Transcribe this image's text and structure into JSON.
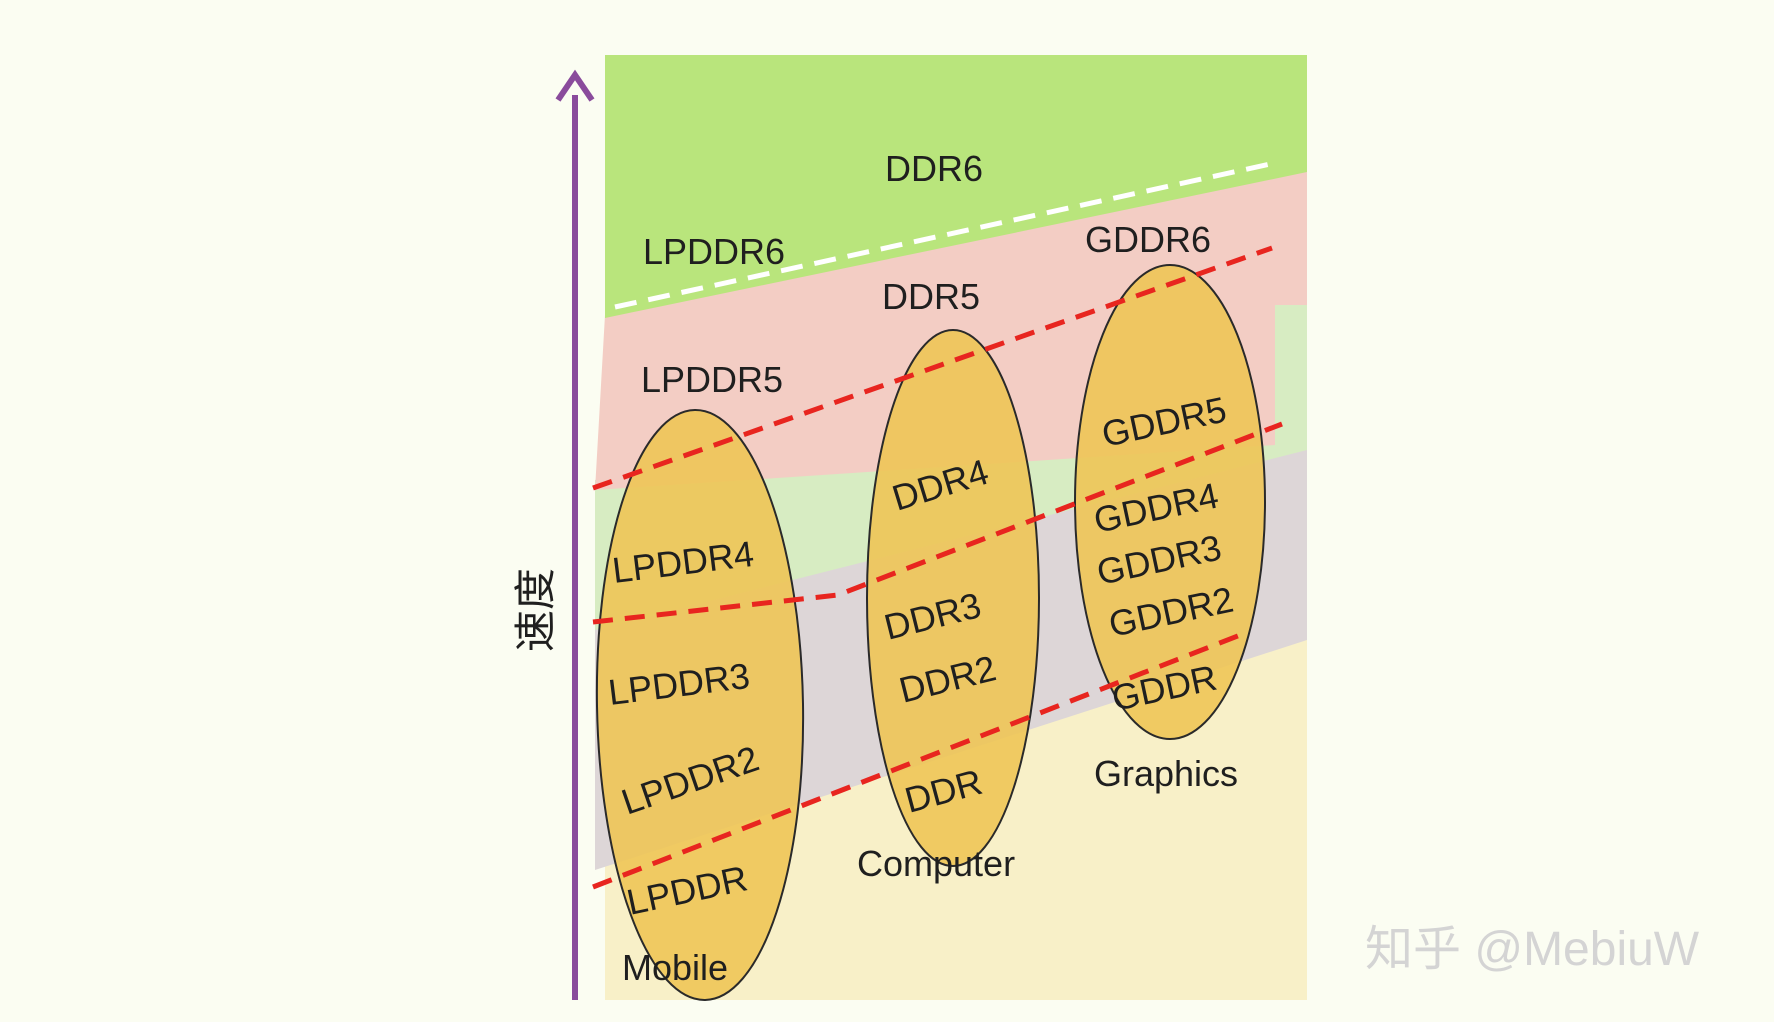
{
  "axis": {
    "label": "速度"
  },
  "bands": {
    "top_green": "DDR6",
    "lpddr6": "LPDDR6",
    "ddr5": "DDR5",
    "gddr6": "GDDR6",
    "lpddr5": "LPDDR5"
  },
  "mobile": {
    "group_label": "Mobile",
    "items": [
      "LPDDR4",
      "LPDDR3",
      "LPDDR2",
      "LPDDR"
    ]
  },
  "computer": {
    "group_label": "Computer",
    "items": [
      "DDR4",
      "DDR3",
      "DDR2",
      "DDR"
    ]
  },
  "graphics": {
    "group_label": "Graphics",
    "items": [
      "GDDR5",
      "GDDR4",
      "GDDR3",
      "GDDR2",
      "GDDR"
    ]
  },
  "watermark": "知乎 @MebiuW",
  "colors": {
    "background": "#fbfdf2",
    "band_green": "#b9e57c",
    "band_pink": "#f3cdc4",
    "band_light_green": "#d7ecc2",
    "band_mauve": "#ddd6d7",
    "band_cream": "#f8f0c8",
    "ellipse_fill": "#eec556",
    "dashed_red": "#e8251f",
    "dashed_white": "#ffffff",
    "axis_arrow": "#8a4b9c"
  }
}
